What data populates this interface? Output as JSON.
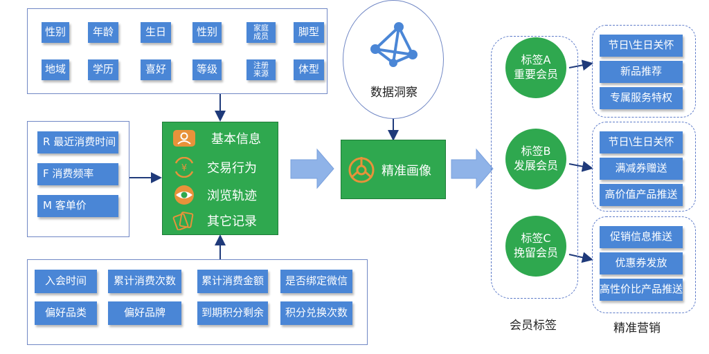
{
  "top_panel": {
    "tags": [
      "性别",
      "年龄",
      "生日",
      "性别",
      "家庭成员",
      "脚型",
      "地域",
      "学历",
      "喜好",
      "等级",
      "注册来源",
      "体型"
    ]
  },
  "rfm_panel": {
    "tags": [
      "R 最近消费时间",
      "F 消费频率",
      "M 客单价"
    ]
  },
  "bottom_panel": {
    "tags": [
      "入会时间",
      "累计消费次数",
      "累计消费金额",
      "是否绑定微信",
      "偏好品类",
      "偏好品牌",
      "到期积分剩余",
      "积分兑换次数"
    ]
  },
  "core_box": {
    "rows": [
      {
        "label": "基本信息",
        "icon": "contact-icon"
      },
      {
        "label": "交易行为",
        "icon": "yen-cycle-icon"
      },
      {
        "label": "浏览轨迹",
        "icon": "eye-icon"
      },
      {
        "label": "其它记录",
        "icon": "records-icon"
      }
    ]
  },
  "insight": {
    "label": "数据洞察",
    "icon": "network-icon"
  },
  "portrait": {
    "label": "精准画像",
    "icon": "target-icon"
  },
  "member_tags": [
    {
      "line1": "标签A",
      "line2": "重要会员",
      "actions": [
        "节日\\生日关怀",
        "新品推荐",
        "专属服务特权"
      ]
    },
    {
      "line1": "标签B",
      "line2": "发展会员",
      "actions": [
        "节日\\生日关怀",
        "满减券赠送",
        "高价值产品推送"
      ]
    },
    {
      "line1": "标签C",
      "line2": "挽留会员",
      "actions": [
        "促销信息推送",
        "优惠券发放",
        "高性价比产品推送"
      ]
    }
  ],
  "captions": {
    "member_tags": "会员标签",
    "precision_marketing": "精准营销"
  },
  "colors": {
    "tag_blue": "#4a86d6",
    "green": "#2fa84f",
    "arrow_blue": "#8fb3e8",
    "line_navy": "#1f3a7a",
    "orange": "#e8923a"
  }
}
